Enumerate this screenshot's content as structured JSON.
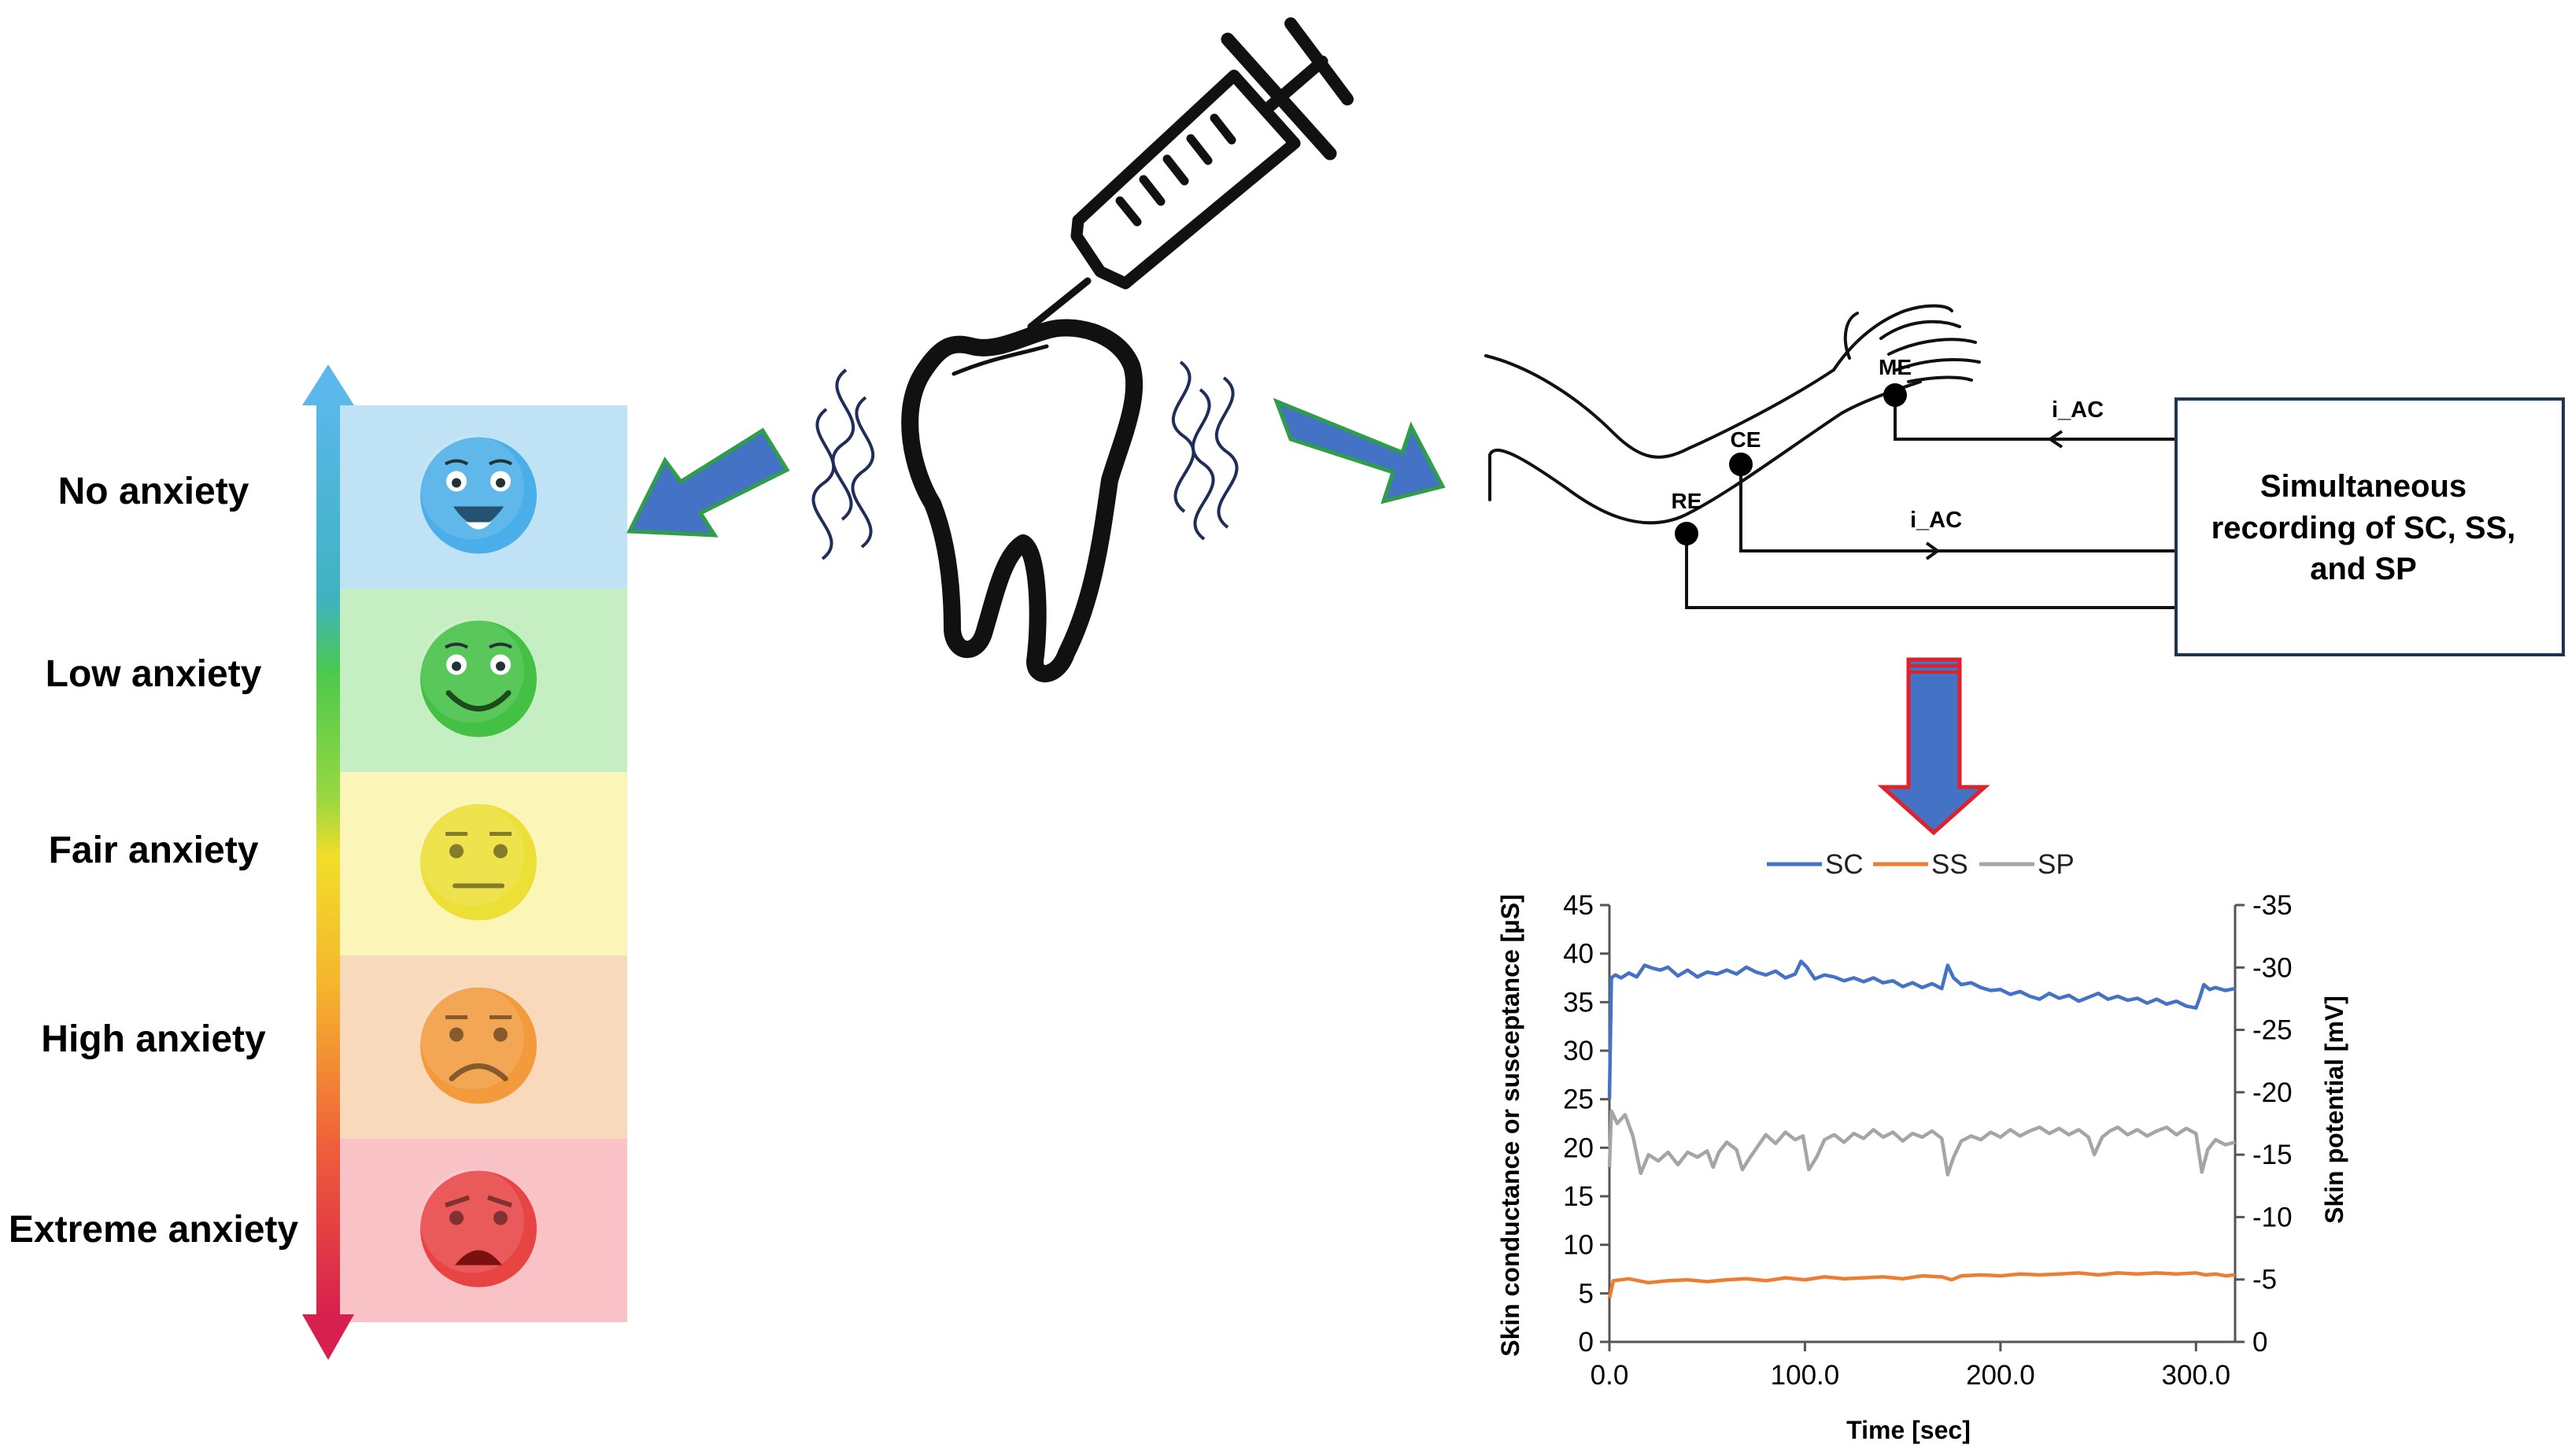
{
  "scale": {
    "levels": [
      {
        "label": "No anxiety",
        "face": "very-happy-face-icon",
        "bg": "#bfe3f5",
        "bar": "#4fb3e8",
        "face_color": "#4aaee8"
      },
      {
        "label": "Low anxiety",
        "face": "smiling-face-icon",
        "bg": "#c6eec3",
        "bar": "#4cc94c",
        "face_color": "#44c044"
      },
      {
        "label": "Fair anxiety",
        "face": "neutral-face-icon",
        "bg": "#fbf6b8",
        "bar": "#f2de2a",
        "face_color": "#ecdf35"
      },
      {
        "label": "High anxiety",
        "face": "frowning-face-icon",
        "bg": "#f8d9bb",
        "bar": "#f39a32",
        "face_color": "#f29a3c"
      },
      {
        "label": "Extreme anxiety",
        "face": "angry-face-icon",
        "bg": "#f8c2c6",
        "bar": "#e8354c",
        "face_color": "#e94444"
      }
    ]
  },
  "measurement": {
    "electrodes": [
      "ME",
      "CE",
      "RE"
    ],
    "current_label": "i_AC",
    "box_text": [
      "Simultaneous",
      "recording of SC, SS,",
      "and SP"
    ]
  },
  "arrow_colors": {
    "fill": "#4472c4",
    "edge": "#2e9e4a",
    "down_edge": "#e0202a"
  },
  "chart_data": {
    "type": "line",
    "x_label": "Time [sec]",
    "y_label": "Skin conductance or susceptance [µS]",
    "y2_label": "Skin potential [mV]",
    "x_ticks": [
      "0.0",
      "100.0",
      "200.0",
      "300.0"
    ],
    "y_ticks": [
      "0",
      "5",
      "10",
      "15",
      "20",
      "25",
      "30",
      "35",
      "40",
      "45"
    ],
    "y2_ticks": [
      "0",
      "-5",
      "-10",
      "-15",
      "-20",
      "-25",
      "-30",
      "-35"
    ],
    "xlim": [
      0,
      320
    ],
    "ylim": [
      0,
      45
    ],
    "y2lim": [
      0,
      -35
    ],
    "legend_position": "top",
    "series": [
      {
        "name": "SC",
        "axis": "left",
        "color": "#4472c4",
        "x": [
          0,
          1,
          3,
          6,
          10,
          14,
          18,
          22,
          26,
          30,
          35,
          40,
          45,
          50,
          55,
          60,
          65,
          70,
          75,
          80,
          85,
          90,
          95,
          98,
          101,
          105,
          110,
          115,
          120,
          125,
          130,
          135,
          140,
          145,
          150,
          155,
          160,
          165,
          170,
          173,
          176,
          180,
          185,
          190,
          195,
          200,
          205,
          210,
          215,
          220,
          225,
          230,
          235,
          240,
          245,
          250,
          255,
          260,
          265,
          270,
          275,
          280,
          285,
          290,
          295,
          300,
          302,
          304,
          307,
          310,
          315,
          320
        ],
        "y": [
          25,
          37.5,
          37.8,
          37.5,
          38,
          37.6,
          38.8,
          38.5,
          38.3,
          38.6,
          37.7,
          38.3,
          37.6,
          38.1,
          37.9,
          38.3,
          37.9,
          38.6,
          38.1,
          37.8,
          38.2,
          37.5,
          37.9,
          39.2,
          38.6,
          37.4,
          37.8,
          37.6,
          37.2,
          37.5,
          37.1,
          37.5,
          37.0,
          37.2,
          36.6,
          37.0,
          36.5,
          36.9,
          36.4,
          38.8,
          37.5,
          36.8,
          37.0,
          36.5,
          36.2,
          36.3,
          35.8,
          36.1,
          35.6,
          35.3,
          35.9,
          35.4,
          35.7,
          35.1,
          35.5,
          35.9,
          35.3,
          35.6,
          35.2,
          35.4,
          34.9,
          35.3,
          34.8,
          35.1,
          34.6,
          34.4,
          35.5,
          36.8,
          36.3,
          36.5,
          36.2,
          36.4
        ]
      },
      {
        "name": "SS",
        "axis": "left",
        "color": "#ed7d31",
        "x": [
          0,
          2,
          10,
          20,
          30,
          40,
          50,
          60,
          70,
          80,
          90,
          100,
          110,
          120,
          130,
          140,
          150,
          160,
          170,
          175,
          180,
          190,
          200,
          210,
          220,
          230,
          240,
          250,
          260,
          270,
          280,
          290,
          300,
          305,
          310,
          315,
          320
        ],
        "y": [
          4.5,
          6.3,
          6.5,
          6.1,
          6.3,
          6.4,
          6.2,
          6.4,
          6.5,
          6.3,
          6.6,
          6.4,
          6.7,
          6.5,
          6.6,
          6.7,
          6.5,
          6.8,
          6.7,
          6.4,
          6.8,
          6.9,
          6.8,
          7.0,
          6.9,
          7.0,
          7.1,
          6.9,
          7.1,
          7.0,
          7.1,
          7.0,
          7.1,
          6.9,
          7.0,
          6.8,
          6.9
        ]
      },
      {
        "name": "SP",
        "axis": "right",
        "color": "#a5a5a5",
        "x": [
          0,
          1,
          4,
          8,
          12,
          16,
          20,
          25,
          30,
          35,
          40,
          45,
          50,
          53,
          56,
          60,
          65,
          68,
          72,
          76,
          80,
          85,
          90,
          95,
          99,
          102,
          106,
          110,
          115,
          120,
          125,
          130,
          135,
          140,
          145,
          150,
          155,
          160,
          165,
          170,
          173,
          176,
          180,
          185,
          190,
          195,
          200,
          205,
          210,
          215,
          220,
          225,
          230,
          235,
          240,
          245,
          248,
          252,
          256,
          260,
          265,
          270,
          275,
          280,
          285,
          290,
          295,
          300,
          303,
          306,
          310,
          315,
          320
        ],
        "y": [
          -14,
          -18.5,
          -17.5,
          -18.2,
          -16.5,
          -13.5,
          -15,
          -14.5,
          -15.2,
          -14.2,
          -15.2,
          -14.8,
          -15.3,
          -14.0,
          -15.2,
          -16.0,
          -15.4,
          -13.8,
          -14.8,
          -15.7,
          -16.6,
          -15.9,
          -16.8,
          -16.2,
          -16.5,
          -13.8,
          -14.8,
          -16.2,
          -16.6,
          -16.0,
          -16.7,
          -16.3,
          -17.0,
          -16.4,
          -16.8,
          -16.1,
          -16.7,
          -16.4,
          -16.9,
          -16.3,
          -13.4,
          -14.8,
          -16.1,
          -16.5,
          -16.2,
          -16.8,
          -16.4,
          -17.0,
          -16.5,
          -16.9,
          -17.2,
          -16.7,
          -17.1,
          -16.6,
          -17.0,
          -16.4,
          -15.0,
          -16.4,
          -16.9,
          -17.2,
          -16.6,
          -17.0,
          -16.5,
          -16.9,
          -17.2,
          -16.6,
          -17.1,
          -16.7,
          -13.6,
          -15.4,
          -16.2,
          -15.8,
          -16.0
        ]
      }
    ]
  }
}
